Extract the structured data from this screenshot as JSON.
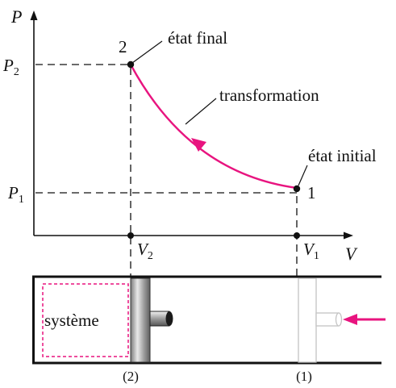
{
  "diagram": {
    "axis_p": "P",
    "axis_v": "V",
    "p1": {
      "symbol": "P",
      "sub": "1"
    },
    "p2": {
      "symbol": "P",
      "sub": "2"
    },
    "v1": {
      "symbol": "V",
      "sub": "1"
    },
    "v2": {
      "symbol": "V",
      "sub": "2"
    },
    "point_1": "1",
    "point_2": "2",
    "label_final": "état final",
    "label_initial": "état initial",
    "label_transformation": "transformation",
    "system_label": "système",
    "pos_2": "(2)",
    "pos_1": "(1)"
  },
  "colors": {
    "curve": "#e8147f",
    "axis": "#111111",
    "system_box": "#e8147f"
  }
}
